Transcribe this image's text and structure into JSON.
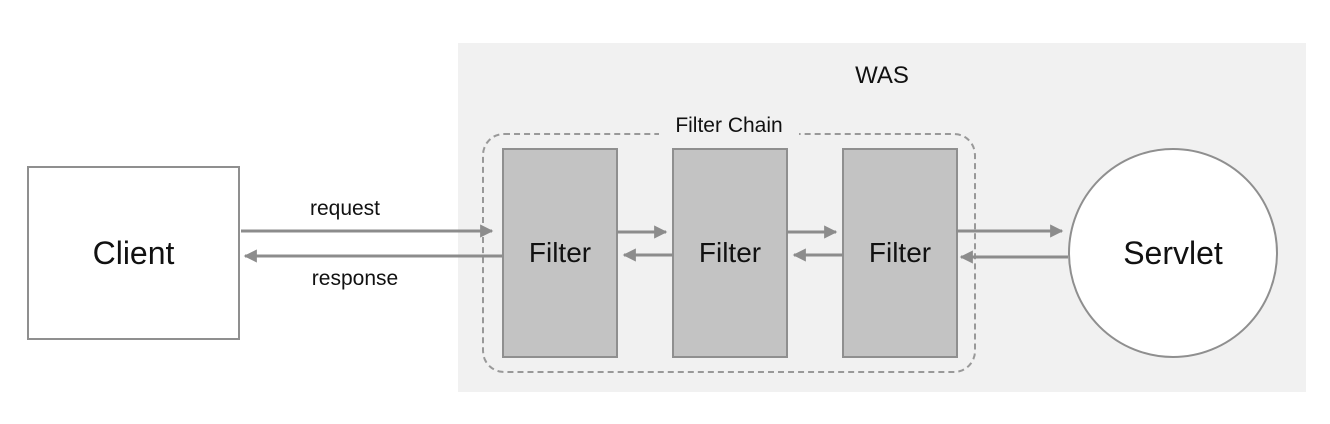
{
  "was": {
    "label": "WAS"
  },
  "client": {
    "label": "Client"
  },
  "servlet": {
    "label": "Servlet"
  },
  "filter_chain": {
    "label": "Filter Chain",
    "filters": [
      "Filter",
      "Filter",
      "Filter"
    ]
  },
  "arrows": {
    "request_label": "request",
    "response_label": "response"
  },
  "colors": {
    "was_bg": "#f1f1f1",
    "box_fill": "#c3c3c3",
    "border_col": "#8f8f8f",
    "dash_col": "#999999",
    "arrow_col": "#8c8c8c",
    "text_col": "#111111"
  }
}
